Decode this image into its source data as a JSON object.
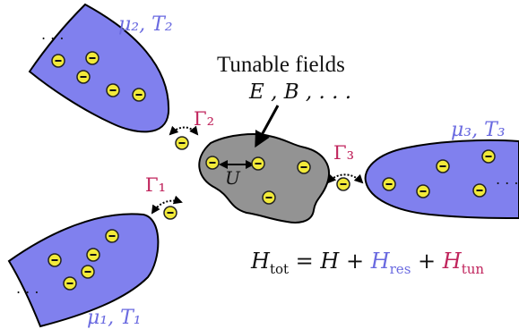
{
  "colors": {
    "reservoir_fill": "#8080ee",
    "reservoir_label": "#6a6ae0",
    "rate_label": "#c0245c",
    "dot_fill": "#f2ea3a",
    "dot_stroke": "#222222",
    "dot_minus": "#111111",
    "island_fill": "#939393",
    "outline": "#000000",
    "text": "#111111"
  },
  "reservoirs": {
    "r1": {
      "label": "μ₁, T₁",
      "ellipsis": ". . ."
    },
    "r2": {
      "label": "μ₂, T₂",
      "ellipsis": ". . ."
    },
    "r3": {
      "label": "μ₃, T₃",
      "ellipsis": ". . ."
    }
  },
  "tunneling": {
    "g1": "Γ₁",
    "g2": "Γ₂",
    "g3": "Γ₃"
  },
  "island": {
    "interaction_label": "U"
  },
  "fields": {
    "title": "Tunable fields",
    "list": "E , B , . . ."
  },
  "hamiltonian": {
    "lhs": "H",
    "lhs_sub": "tot",
    "eq": " = H + ",
    "res": "H",
    "res_sub": "res",
    "plus": " + ",
    "tun": "H",
    "tun_sub": "tun"
  },
  "icons": [
    "electron-icon",
    "double-arrow-icon",
    "hopping-arrow-icon",
    "pointer-arrow-icon"
  ]
}
